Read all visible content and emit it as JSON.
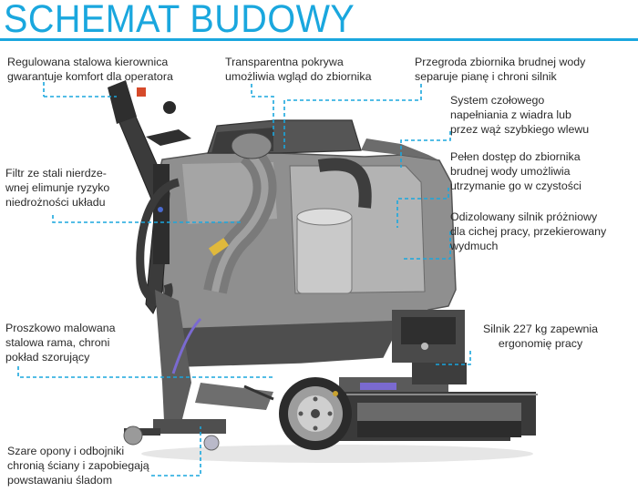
{
  "title": "SCHEMAT BUDOWY",
  "colors": {
    "accent": "#1aa7de",
    "body": "#8c8c8c",
    "dark": "#4a4a4a",
    "text": "#2a2a2a"
  },
  "labels": {
    "steering": "Regulowana stalowa kierownica\ngwarantuje komfort dla operatora",
    "cover": "Transparentna pokrywa\numożliwia wgląd do zbiornika",
    "baffle": "Przegroda zbiornika brudnej wody\nseparuje pianę i chroni silnik",
    "filling": "System czołowego\nnapełniania z wiadra lub\nprzez wąż szybkiego wlewu",
    "filter": "Filtr ze stali nierdze-\nwnej elimunje ryzyko\nniedrożności układu",
    "access": "Pełen dostęp do zbiornika\nbrudnej wody umożliwia\nutrzymanie go w czystości",
    "motor": "Odizolowany silnik próżniowy\ndla cichej pracy, przekierowany\nwydmuch",
    "frame": "Proszkowo malowana\nstalowa rama, chroni\npokład szorujący",
    "drive": "Silnik 227 kg zapewnia\nergonomię pracy",
    "tires": "Szare opony i odbojniki\nchronią ściany i zapobiegają\npowstawaniu śladom"
  }
}
